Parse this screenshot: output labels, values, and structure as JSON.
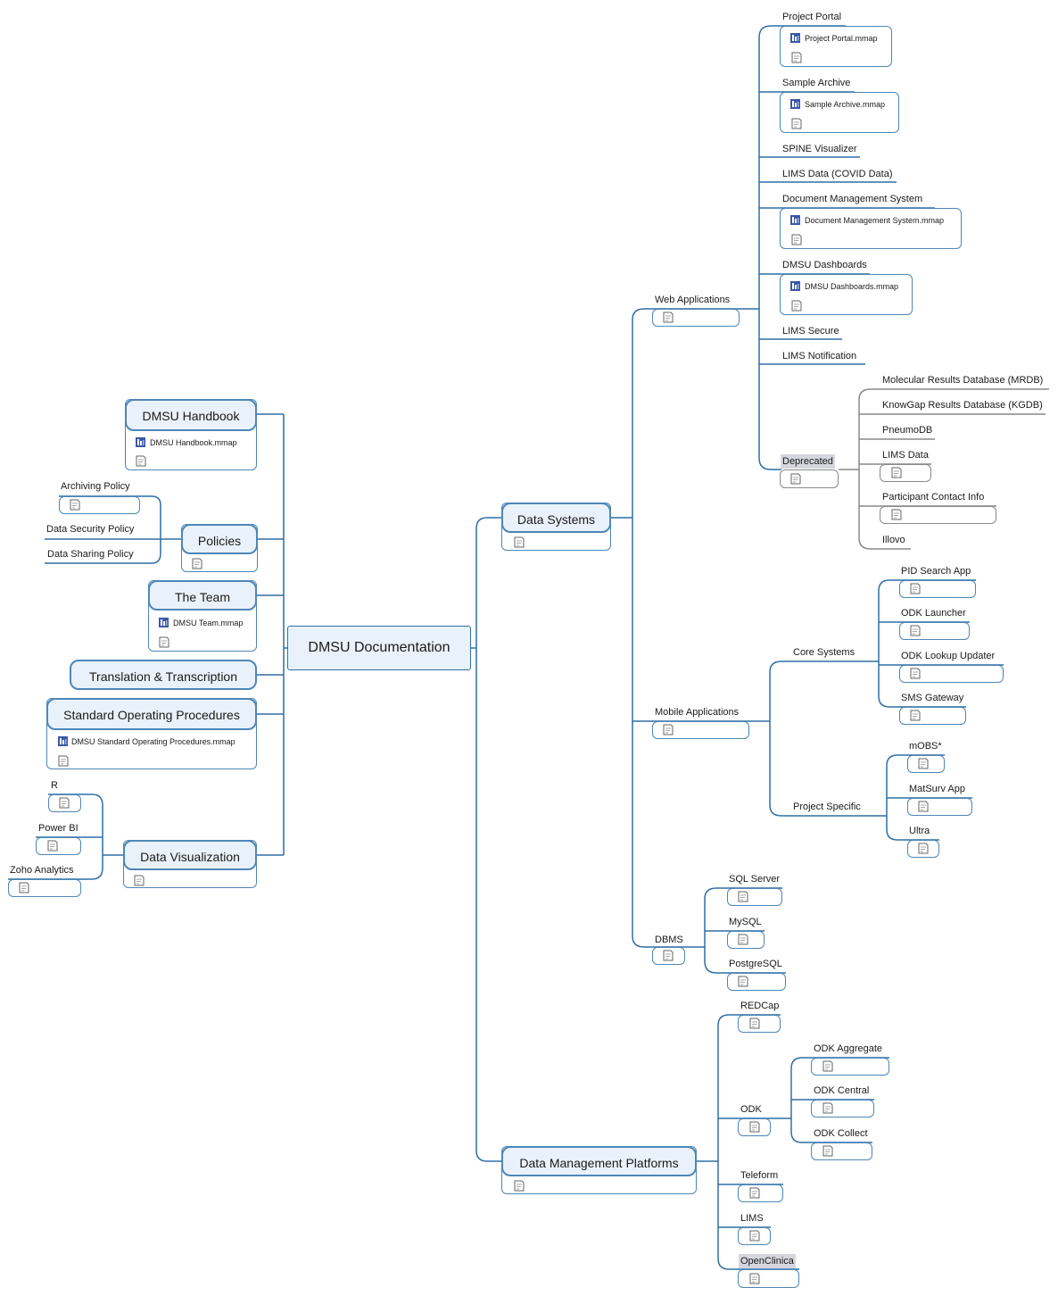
{
  "colors": {
    "line": "#2f6fa6",
    "deprecated_line": "#888888",
    "topic_fill": "#e9f2fa",
    "highlight": "#d6d6df"
  },
  "icons": {
    "note": "note-icon",
    "attachment": "mindmap-file-icon"
  },
  "central": "DMSU Documentation",
  "left": {
    "handbook": {
      "label": "DMSU Handbook",
      "file": "DMSU Handbook.mmap"
    },
    "policies": {
      "label": "Policies",
      "items": [
        "Archiving Policy",
        "Data Security Policy",
        "Data Sharing Policy"
      ]
    },
    "team": {
      "label": "The Team",
      "file": "DMSU Team.mmap"
    },
    "translation": {
      "label": "Translation & Transcription"
    },
    "sop": {
      "label": "Standard Operating Procedures",
      "file": "DMSU Standard Operating Procedures.mmap"
    },
    "visualization": {
      "label": "Data Visualization",
      "items": [
        "R",
        "Power BI",
        "Zoho Analytics"
      ]
    }
  },
  "data_systems": {
    "label": "Data Systems",
    "web": {
      "label": "Web Applications",
      "items": {
        "portal": {
          "label": "Project Portal",
          "file": "Project Portal.mmap"
        },
        "archive": {
          "label": "Sample Archive",
          "file": "Sample Archive.mmap"
        },
        "spine": {
          "label": "SPINE Visualizer"
        },
        "lims_covid": {
          "label": "LIMS Data (COVID Data)"
        },
        "dms": {
          "label": "Document Management System",
          "file": "Document Management System.mmap"
        },
        "dashboards": {
          "label": "DMSU Dashboards",
          "file": "DMSU Dashboards.mmap"
        },
        "lims_secure": {
          "label": "LIMS Secure"
        },
        "lims_notif": {
          "label": "LIMS Notification"
        }
      },
      "deprecated": {
        "label": "Deprecated",
        "items": [
          "Molecular Results Database (MRDB)",
          "KnowGap Results Database (KGDB)",
          "PneumoDB",
          "LIMS Data",
          "Participant Contact Info",
          "Illovo"
        ]
      }
    },
    "mobile": {
      "label": "Mobile Applications",
      "core": {
        "label": "Core Systems",
        "items": [
          "PID Search App",
          "ODK Launcher",
          "ODK Lookup Updater",
          "SMS Gateway"
        ]
      },
      "project": {
        "label": "Project Specific",
        "items": [
          "mOBS*",
          "MatSurv App",
          "Ultra"
        ]
      }
    },
    "dbms": {
      "label": "DBMS",
      "items": [
        "SQL Server",
        "MySQL",
        "PostgreSQL"
      ]
    }
  },
  "platforms": {
    "label": "Data Management Platforms",
    "items": [
      "REDCap",
      "ODK",
      "Teleform",
      "LIMS",
      "OpenClinica"
    ],
    "odk_items": [
      "ODK Aggregate",
      "ODK Central",
      "ODK Collect"
    ]
  }
}
